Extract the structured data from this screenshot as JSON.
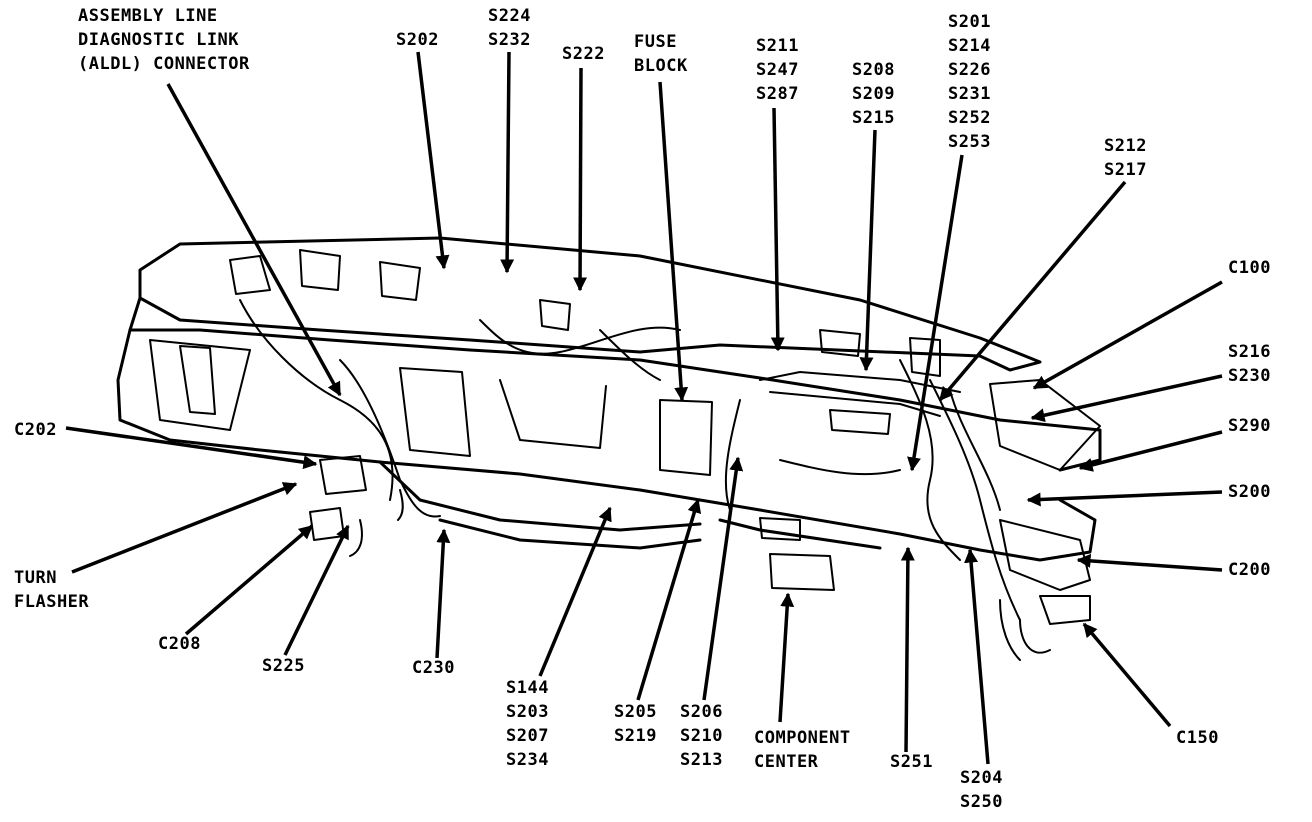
{
  "labels": {
    "aldl": [
      "ASSEMBLY LINE",
      "DIAGNOSTIC LINK",
      "(ALDL) CONNECTOR"
    ],
    "s202": [
      "S202"
    ],
    "s224": [
      "S224",
      "S232"
    ],
    "s222": [
      "S222"
    ],
    "fuse": [
      "FUSE",
      "BLOCK"
    ],
    "s211": [
      "S211",
      "S247",
      "S287"
    ],
    "s208": [
      "S208",
      "S209",
      "S215"
    ],
    "s201": [
      "S201",
      "S214",
      "S226",
      "S231",
      "S252",
      "S253"
    ],
    "s212": [
      "S212",
      "S217"
    ],
    "c100": [
      "C100"
    ],
    "s216": [
      "S216",
      "S230"
    ],
    "s290": [
      "S290"
    ],
    "s200": [
      "S200"
    ],
    "c200": [
      "C200"
    ],
    "c150": [
      "C150"
    ],
    "s204": [
      "S204",
      "S250"
    ],
    "s251": [
      "S251"
    ],
    "comp": [
      "COMPONENT",
      "CENTER"
    ],
    "s206": [
      "S206",
      "S210",
      "S213"
    ],
    "s205": [
      "S205",
      "S219"
    ],
    "s144": [
      "S144",
      "S203",
      "S207",
      "S234"
    ],
    "c230": [
      "C230"
    ],
    "s225": [
      "S225"
    ],
    "c208": [
      "C208"
    ],
    "turn": [
      "TURN",
      "FLASHER"
    ],
    "c202": [
      "C202"
    ]
  }
}
